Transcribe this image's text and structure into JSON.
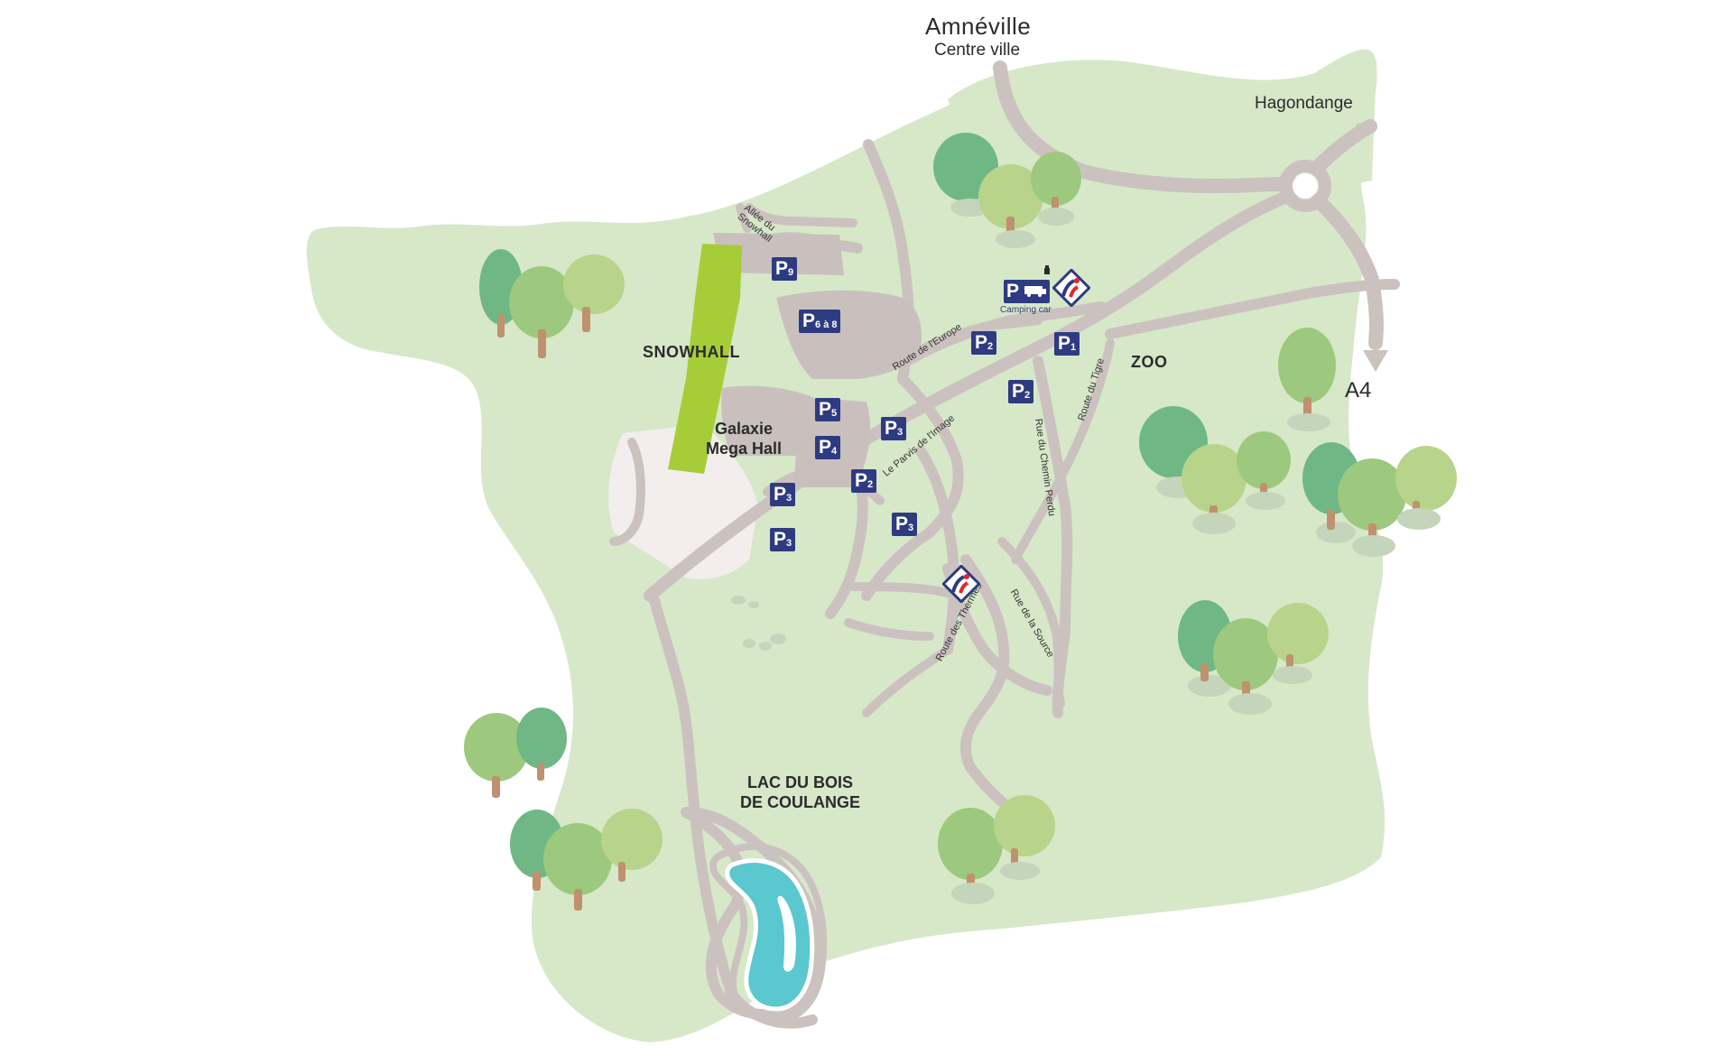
{
  "colors": {
    "ground": "#d6e8c8",
    "road": "#cbc2c0",
    "parking_area": "#c9c0be",
    "snowhall_pad": "#f3eded",
    "snowhall_slope": "#a6cd37",
    "lake": "#5bc7cf",
    "parking_sign": "#2e3b80",
    "tree_dark": "#6fb886",
    "tree_mid": "#9cc97d",
    "tree_light": "#b7d48a"
  },
  "labels": {
    "city": "Amnéville",
    "city_sub": "Centre ville",
    "hagondange": "Hagondange",
    "a4": "A4",
    "snowhall": "SNOWHALL",
    "galaxie": "Galaxie\nMega Hall",
    "zoo": "ZOO",
    "lac": "LAC DU BOIS\nDE COULANGE"
  },
  "streets": {
    "allee_snowhall": "Allée du Snowhall",
    "route_europe": "Route de l'Europe",
    "parvis_image": "Le Parvis de l'Image",
    "rue_chemin_perdu": "Rue du Chemin Perdu",
    "route_tigre": "Route du Tigre",
    "route_thermes": "Route des Thermes",
    "rue_source": "Rue de la Source"
  },
  "parking": {
    "p9": {
      "letter": "P",
      "num": "9"
    },
    "p6_8": {
      "letter": "P",
      "num": "6 à 8"
    },
    "p5": {
      "letter": "P",
      "num": "5"
    },
    "p4": {
      "letter": "P",
      "num": "4"
    },
    "p3_a": {
      "letter": "P",
      "num": "3"
    },
    "p3_b": {
      "letter": "P",
      "num": "3"
    },
    "p3_c": {
      "letter": "P",
      "num": "3"
    },
    "p3_d": {
      "letter": "P",
      "num": "3"
    },
    "p2_a": {
      "letter": "P",
      "num": "2"
    },
    "p2_b": {
      "letter": "P",
      "num": "2"
    },
    "p2_c": {
      "letter": "P",
      "num": "2"
    },
    "p1": {
      "letter": "P",
      "num": "1"
    },
    "camping": {
      "letter": "P",
      "caption": "Camping car"
    }
  },
  "icons": {
    "info_1": "tourist-info-icon",
    "info_2": "tourist-info-icon",
    "camper": "camper-van-icon",
    "accessibility": "small-figure-icon"
  }
}
